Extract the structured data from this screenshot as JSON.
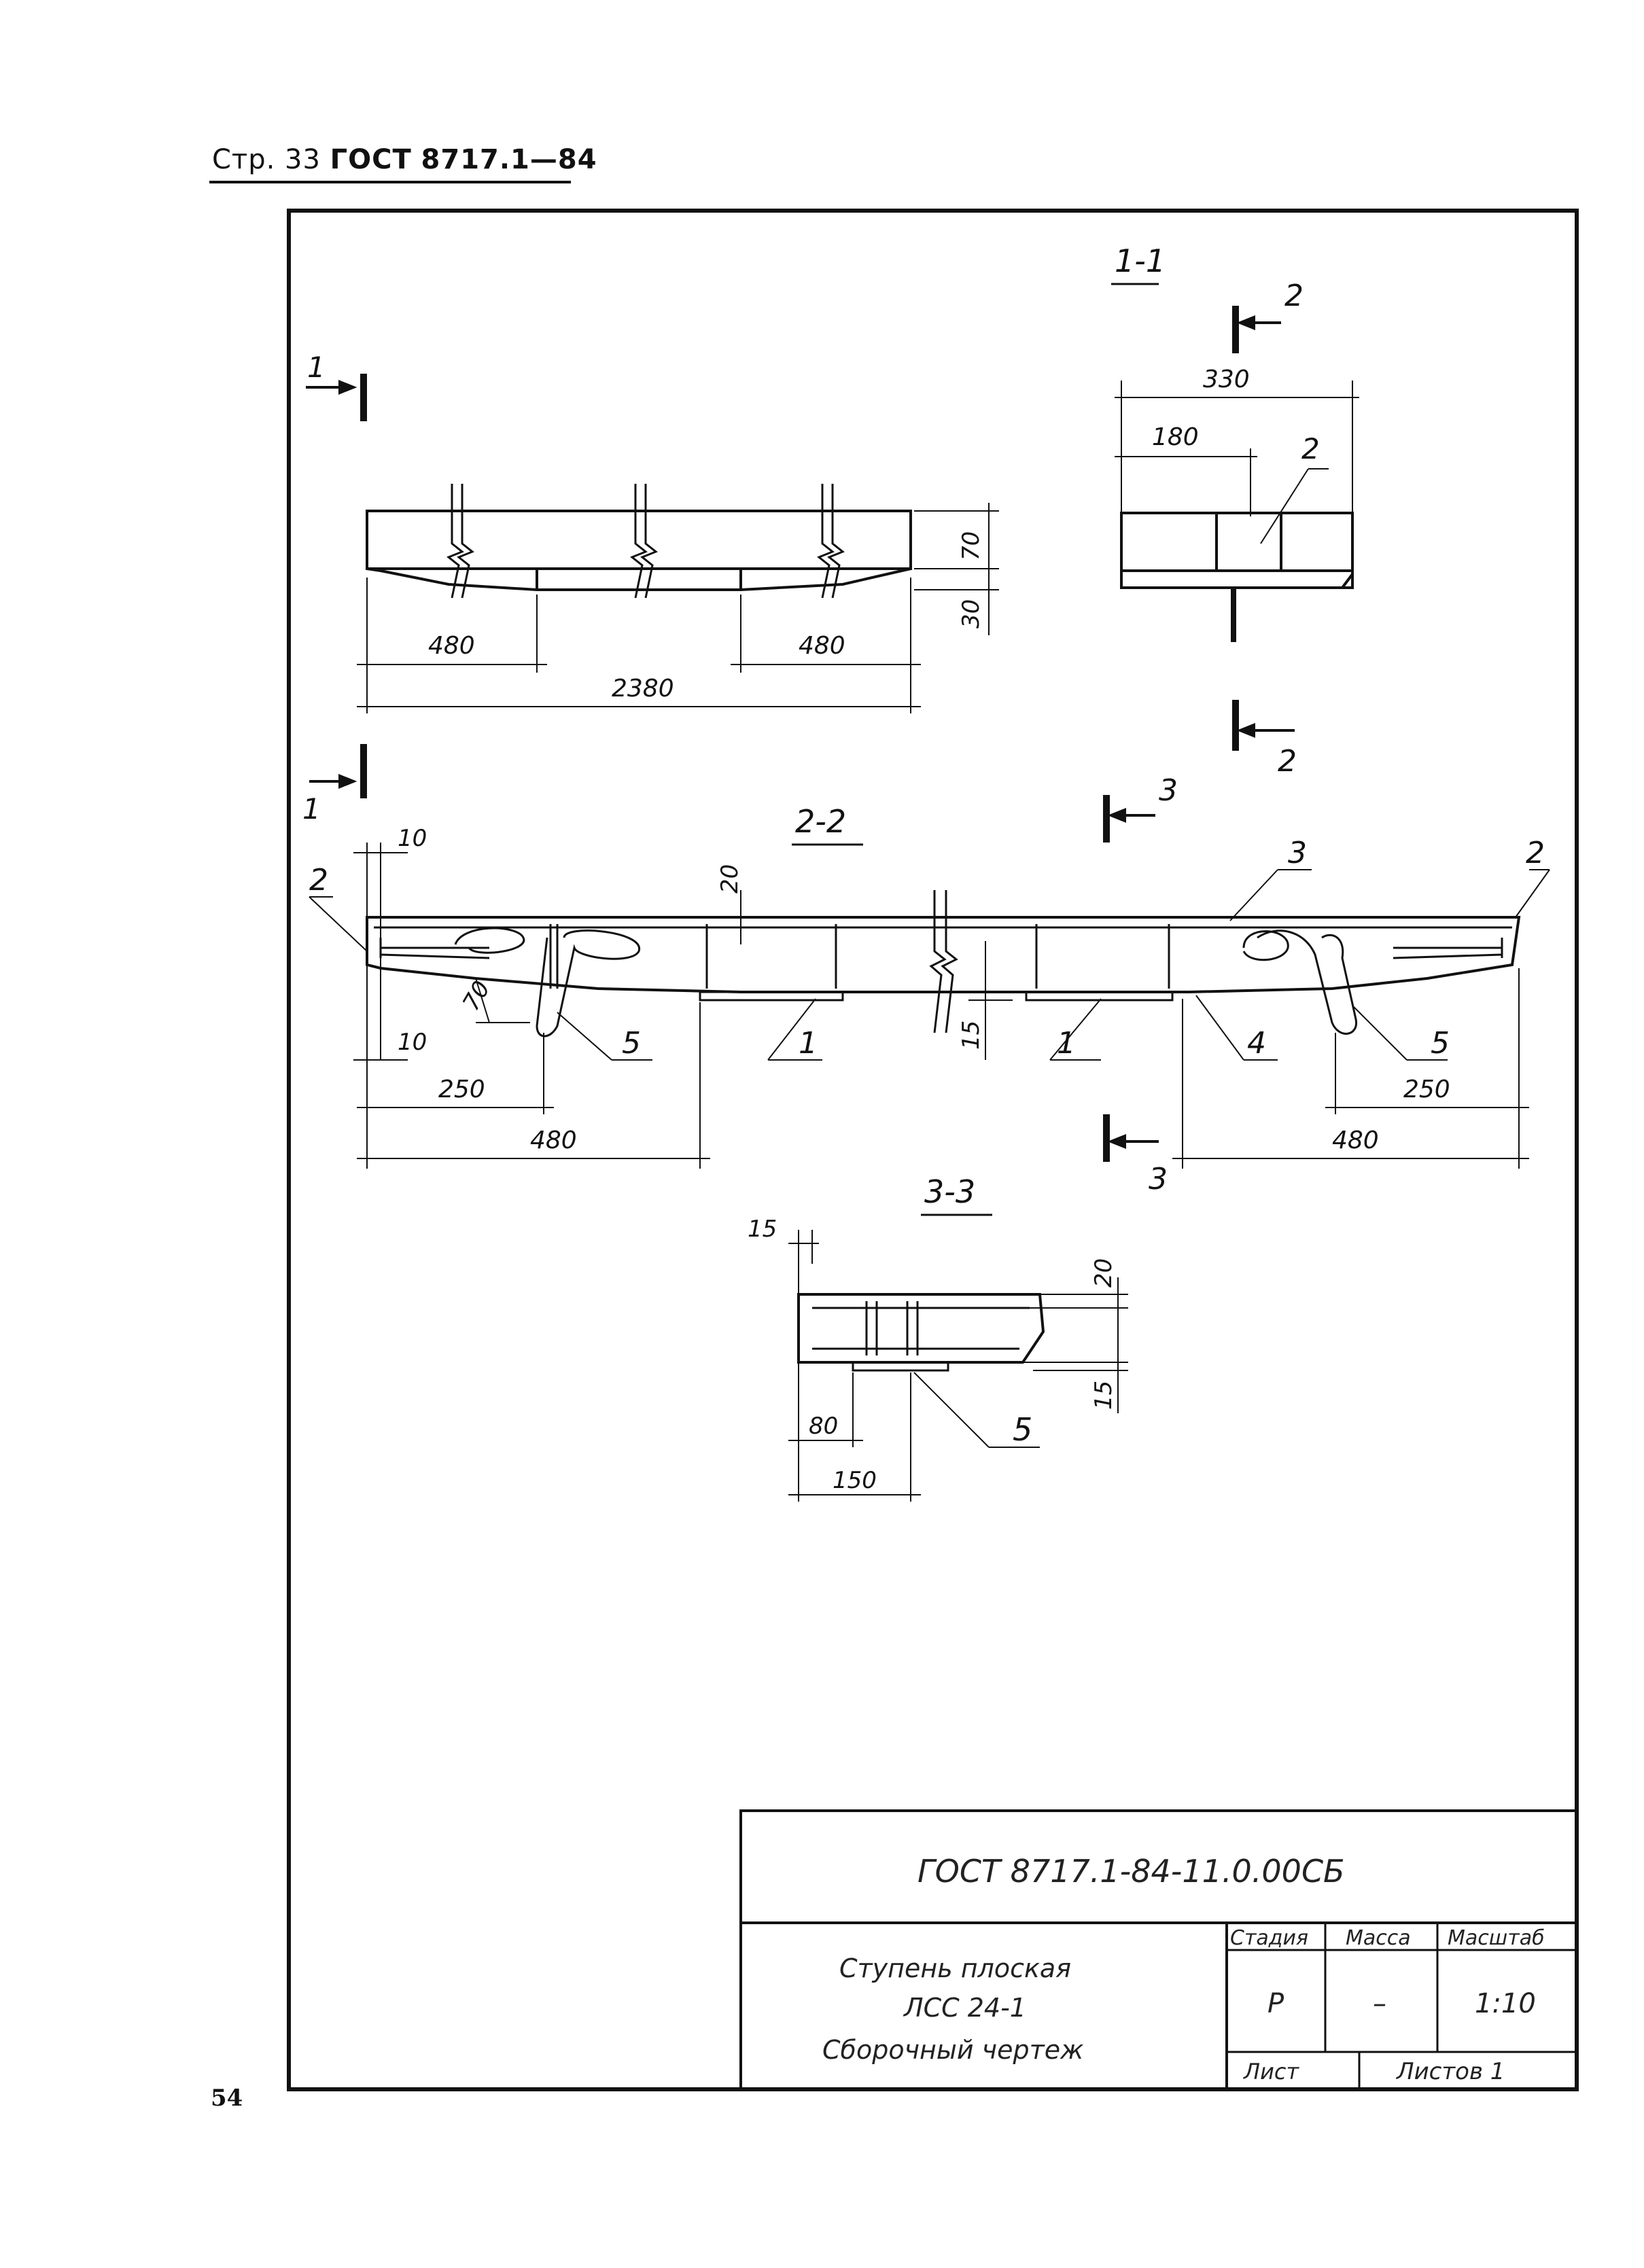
{
  "header": {
    "page_label": "Стр. 33",
    "standard": "ГОСТ",
    "standard_number": "8717.1—84"
  },
  "page_number": "54",
  "sections": {
    "view_1_1": "1-1",
    "view_2_2": "2-2",
    "view_3_3": "3-3",
    "cut_marks": [
      "1",
      "2",
      "3"
    ]
  },
  "dimensions": {
    "top_view": [
      "480",
      "480",
      "2380",
      "70",
      "30"
    ],
    "section_1_1": [
      "330",
      "180"
    ],
    "section_2_2": [
      "10",
      "20",
      "70",
      "10",
      "250",
      "480",
      "15",
      "250",
      "480"
    ],
    "section_3_3": [
      "15",
      "20",
      "15",
      "80",
      "150"
    ]
  },
  "callouts": [
    "1",
    "1",
    "2",
    "2",
    "2",
    "3",
    "4",
    "5",
    "5",
    "5"
  ],
  "title_block": {
    "document_code": "ГОСТ 8717.1-84-11.0.00СБ",
    "item_name_line1": "Ступень плоская",
    "item_name_line2": "ЛСС 24-1",
    "item_name_line3": "Сборочный чертеж",
    "col_stage": "Стадия",
    "col_mass": "Масса",
    "col_scale": "Масштаб",
    "stage_value": "Р",
    "mass_value": "–",
    "scale_value": "1:10",
    "sheet_label": "Лист",
    "sheets_label": "Листов 1"
  }
}
